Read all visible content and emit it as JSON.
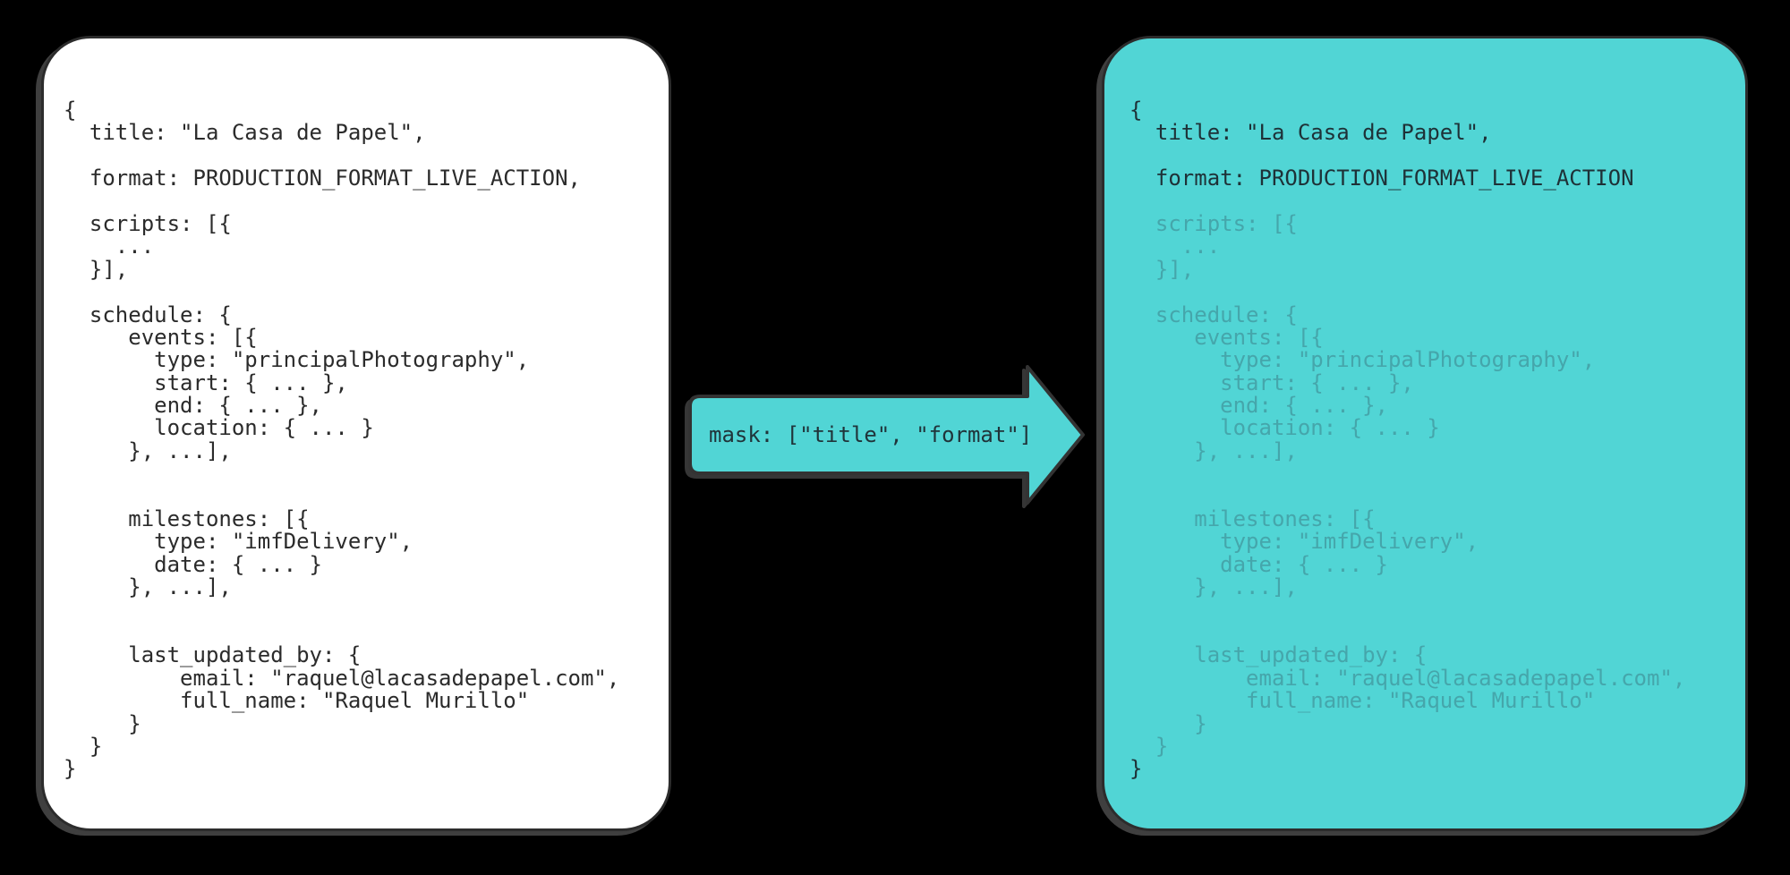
{
  "colors": {
    "background": "#000000",
    "card_border": "#2c2c2c",
    "left_card_bg": "#ffffff",
    "left_text": "#2b2b2b",
    "teal_accent": "#51d5d5",
    "kept_text": "#1e3137",
    "masked_text": "#45a6ab",
    "arrow_outline": "#333333"
  },
  "arrow": {
    "label": "mask: [\"title\", \"format\"]"
  },
  "left_panel": {
    "description": "original-json-document",
    "lines": [
      "{",
      "  title: \"La Casa de Papel\",",
      "",
      "  format: PRODUCTION_FORMAT_LIVE_ACTION,",
      "",
      "  scripts: [{",
      "    ...",
      "  }],",
      "",
      "  schedule: {",
      "     events: [{",
      "       type: \"principalPhotography\",",
      "       start: { ... },",
      "       end: { ... },",
      "       location: { ... }",
      "     }, ...],",
      "",
      "",
      "     milestones: [{",
      "       type: \"imfDelivery\",",
      "       date: { ... }",
      "     }, ...],",
      "",
      "",
      "     last_updated_by: {",
      "         email: \"raquel@lacasadepapel.com\",",
      "         full_name: \"Raquel Murillo\"",
      "     }",
      "  }",
      "}"
    ]
  },
  "right_panel": {
    "description": "masked-json-document",
    "lines": [
      {
        "text": "{",
        "masked": false
      },
      {
        "text": "  title: \"La Casa de Papel\",",
        "masked": false
      },
      {
        "text": "",
        "masked": false
      },
      {
        "text": "  format: PRODUCTION_FORMAT_LIVE_ACTION",
        "masked": false
      },
      {
        "text": "",
        "masked": false
      },
      {
        "text": "  scripts: [{",
        "masked": true
      },
      {
        "text": "    ...",
        "masked": true
      },
      {
        "text": "  }],",
        "masked": true
      },
      {
        "text": "",
        "masked": true
      },
      {
        "text": "  schedule: {",
        "masked": true
      },
      {
        "text": "     events: [{",
        "masked": true
      },
      {
        "text": "       type: \"principalPhotography\",",
        "masked": true
      },
      {
        "text": "       start: { ... },",
        "masked": true
      },
      {
        "text": "       end: { ... },",
        "masked": true
      },
      {
        "text": "       location: { ... }",
        "masked": true
      },
      {
        "text": "     }, ...],",
        "masked": true
      },
      {
        "text": "",
        "masked": true
      },
      {
        "text": "",
        "masked": true
      },
      {
        "text": "     milestones: [{",
        "masked": true
      },
      {
        "text": "       type: \"imfDelivery\",",
        "masked": true
      },
      {
        "text": "       date: { ... }",
        "masked": true
      },
      {
        "text": "     }, ...],",
        "masked": true
      },
      {
        "text": "",
        "masked": true
      },
      {
        "text": "",
        "masked": true
      },
      {
        "text": "     last_updated_by: {",
        "masked": true
      },
      {
        "text": "         email: \"raquel@lacasadepapel.com\",",
        "masked": true
      },
      {
        "text": "         full_name: \"Raquel Murillo\"",
        "masked": true
      },
      {
        "text": "     }",
        "masked": true
      },
      {
        "text": "  }",
        "masked": true
      },
      {
        "text": "}",
        "masked": false
      }
    ]
  }
}
